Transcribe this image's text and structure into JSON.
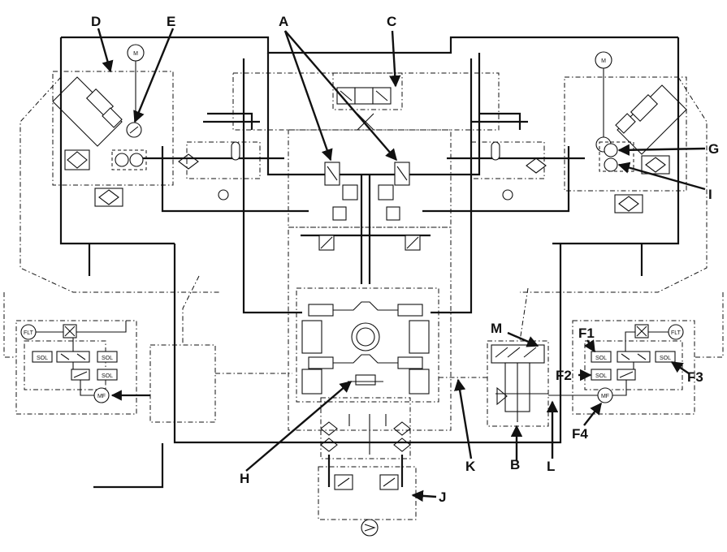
{
  "callouts": {
    "A": "A",
    "B": "B",
    "C": "C",
    "D": "D",
    "E": "E",
    "F1": "F1",
    "F2": "F2",
    "F3": "F3",
    "F4": "F4",
    "G": "G",
    "H": "H",
    "I": "I",
    "J": "J",
    "K": "K",
    "L": "L",
    "M": "M"
  },
  "symbols": {
    "motor_left": "M",
    "motor_right": "M",
    "filter_left": "FLT",
    "filter_right": "FLT",
    "sol_left_1": "SOL",
    "sol_left_2": "SOL",
    "sol_left_3": "SOL",
    "sol_right_1": "SOL",
    "sol_right_2": "SOL",
    "sol_right_3": "SOL",
    "mf_left": "MF",
    "mf_right": "MF"
  }
}
